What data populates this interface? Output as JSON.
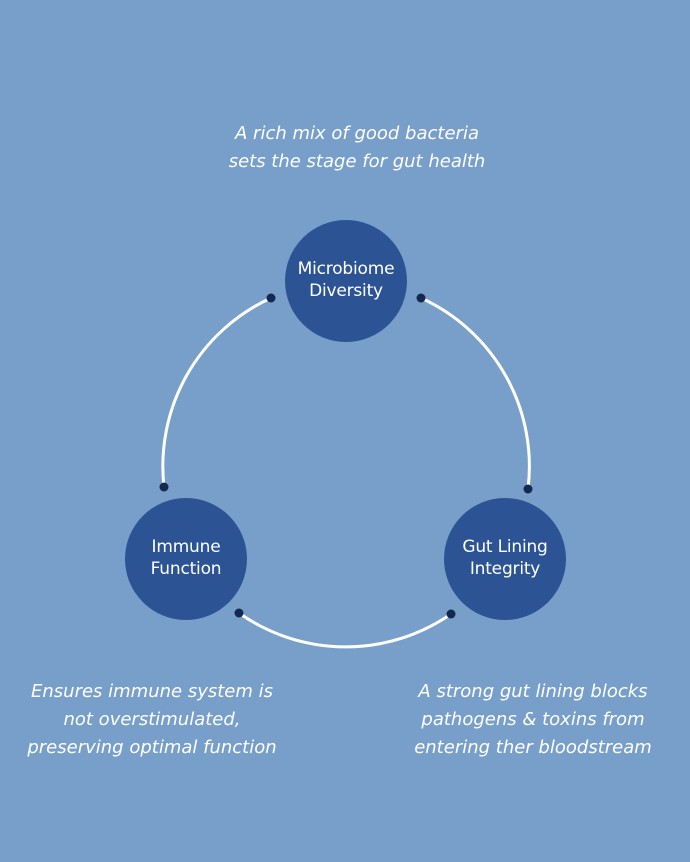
{
  "nodes": {
    "microbiome": {
      "line1": "Microbiome",
      "line2": "Diversity"
    },
    "immune": {
      "line1": "Immune",
      "line2": "Function"
    },
    "gut": {
      "line1": "Gut Lining",
      "line2": "Integrity"
    }
  },
  "captions": {
    "top": {
      "line1": "A rich mix of good bacteria",
      "line2": "sets the stage for gut health"
    },
    "left": {
      "line1": "Ensures immune system is",
      "line2": "not overstimulated,",
      "line3": "preserving optimal function"
    },
    "right": {
      "line1": "A strong gut lining blocks",
      "line2": "pathogens & toxins from",
      "line3": "entering ther bloodstream"
    }
  },
  "colors": {
    "background": "#779fc9",
    "node": "#2c5495",
    "connector_dot": "#13294f",
    "arc": "#ffffff",
    "text": "#ffffff"
  }
}
